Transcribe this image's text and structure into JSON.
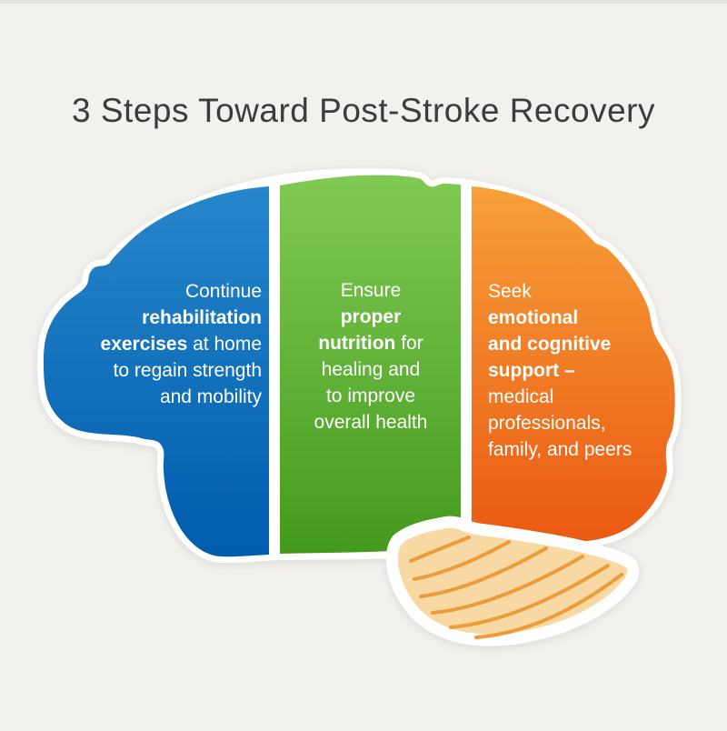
{
  "title": "3 Steps Toward Post-Stroke Recovery",
  "colors": {
    "background": "#f2f1ee",
    "title_text": "#3c3c3c",
    "outline": "#ffffff",
    "step_text": "#ffffff"
  },
  "brain": {
    "sections": [
      {
        "id": "blue",
        "step": 1,
        "color_top": "#2786ca",
        "color_bottom": "#005cad",
        "align": "right",
        "lines": [
          [
            {
              "t": "Continue"
            }
          ],
          [
            {
              "t": "rehabilitation",
              "b": true
            }
          ],
          [
            {
              "t": "exercises",
              "b": true
            },
            {
              "t": " at home"
            }
          ],
          [
            {
              "t": "to regain strength"
            }
          ],
          [
            {
              "t": "and mobility"
            }
          ]
        ]
      },
      {
        "id": "green",
        "step": 2,
        "color_top": "#80ca54",
        "color_bottom": "#449a1d",
        "align": "center",
        "lines": [
          [
            {
              "t": "Ensure"
            }
          ],
          [
            {
              "t": "proper",
              "b": true
            }
          ],
          [
            {
              "t": "nutrition",
              "b": true
            },
            {
              "t": " for"
            }
          ],
          [
            {
              "t": "healing and"
            }
          ],
          [
            {
              "t": "to improve"
            }
          ],
          [
            {
              "t": "overall health"
            }
          ]
        ]
      },
      {
        "id": "orange",
        "step": 3,
        "color_top": "#f7a03a",
        "color_bottom": "#ea5912",
        "align": "left",
        "lines": [
          [
            {
              "t": "Seek"
            }
          ],
          [
            {
              "t": "emotional",
              "b": true
            }
          ],
          [
            {
              "t": "and cognitive",
              "b": true
            }
          ],
          [
            {
              "t": "support –",
              "b": true
            }
          ],
          [
            {
              "t": "medical"
            }
          ],
          [
            {
              "t": "professionals,"
            }
          ],
          [
            {
              "t": "family, and peers"
            }
          ]
        ]
      }
    ],
    "cerebellum": {
      "name": "cerebellum",
      "fill": "#f8d9a4",
      "line_color": "#ec9d3a"
    }
  }
}
